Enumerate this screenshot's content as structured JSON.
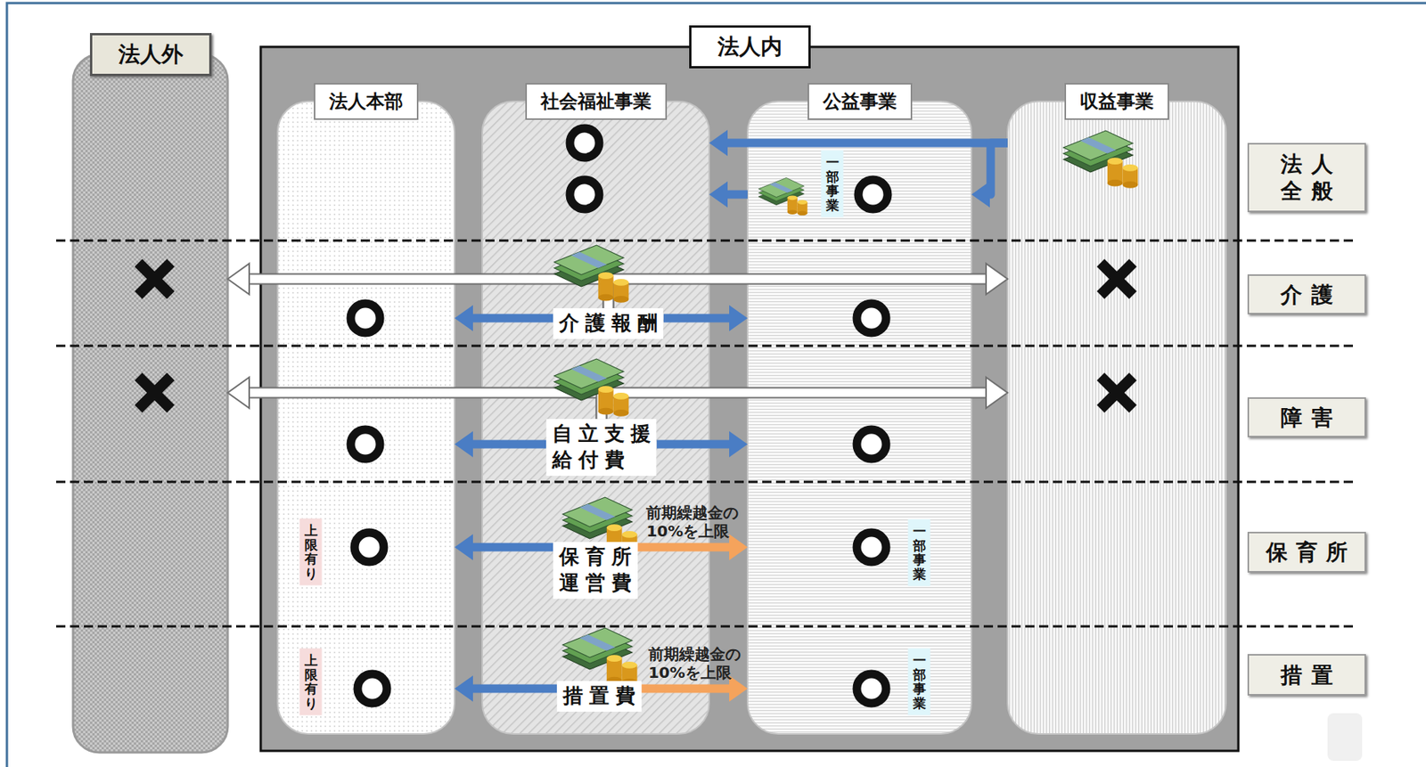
{
  "diagram": {
    "nodes": [
      {
        "text": [
          "法人外"
        ]
      },
      {
        "text": [
          "法人内"
        ]
      },
      {
        "text": [
          "法人本部"
        ],
        "in": 1
      },
      {
        "text": [
          "社会福祉事業"
        ],
        "in": 1
      },
      {
        "text": [
          "公益事業"
        ],
        "in": 1
      },
      {
        "text": [
          "収益事業"
        ],
        "in": 1
      },
      {
        "text": [
          "一部事業"
        ],
        "in": 4
      },
      {
        "text": [
          "法人 全般"
        ]
      },
      {
        "text": [
          "介護報酬"
        ],
        "in": 3
      },
      {
        "text": [
          "介護"
        ]
      },
      {
        "text": [
          "自立支援 給付費"
        ],
        "in": 3
      },
      {
        "text": [
          "障害"
        ]
      },
      {
        "text": [
          "上限有り"
        ],
        "in": 2
      },
      {
        "text": [
          "保育所 運営費"
        ],
        "in": 3
      },
      {
        "text": [
          "一部事業"
        ],
        "in": 4
      },
      {
        "text": [
          "保育所"
        ]
      },
      {
        "text": [
          "上限有り"
        ],
        "in": 2
      },
      {
        "text": [
          "措置費"
        ],
        "in": 3
      },
      {
        "text": [
          "一部事業"
        ],
        "in": 4
      },
      {
        "text": [
          "措置"
        ]
      }
    ],
    "edges": [
      {
        "from": 5,
        "to": 3,
        "arrow": "to"
      },
      {
        "from": 5,
        "to": 4,
        "arrow": "to"
      },
      {
        "from": 4,
        "to": 3,
        "arrow": "to"
      },
      {
        "from": 8,
        "to": 0,
        "arrow": "to"
      },
      {
        "from": 8,
        "to": 5,
        "arrow": "to"
      },
      {
        "from": 8,
        "to": 2,
        "arrow": "to"
      },
      {
        "from": 8,
        "to": 4,
        "arrow": "to"
      },
      {
        "from": 10,
        "to": 0,
        "arrow": "to"
      },
      {
        "from": 10,
        "to": 5,
        "arrow": "to"
      },
      {
        "from": 10,
        "to": 2,
        "arrow": "to"
      },
      {
        "from": 10,
        "to": 4,
        "arrow": "to"
      },
      {
        "from": 13,
        "to": 2,
        "arrow": "to"
      },
      {
        "from": 13,
        "to": 4,
        "label": "前期繰越金の 10%を上限",
        "arrow": "to"
      },
      {
        "from": 17,
        "to": 2,
        "arrow": "to"
      },
      {
        "from": 17,
        "to": 4,
        "label": "前期繰越金の 10%を上限",
        "arrow": "to"
      }
    ]
  }
}
